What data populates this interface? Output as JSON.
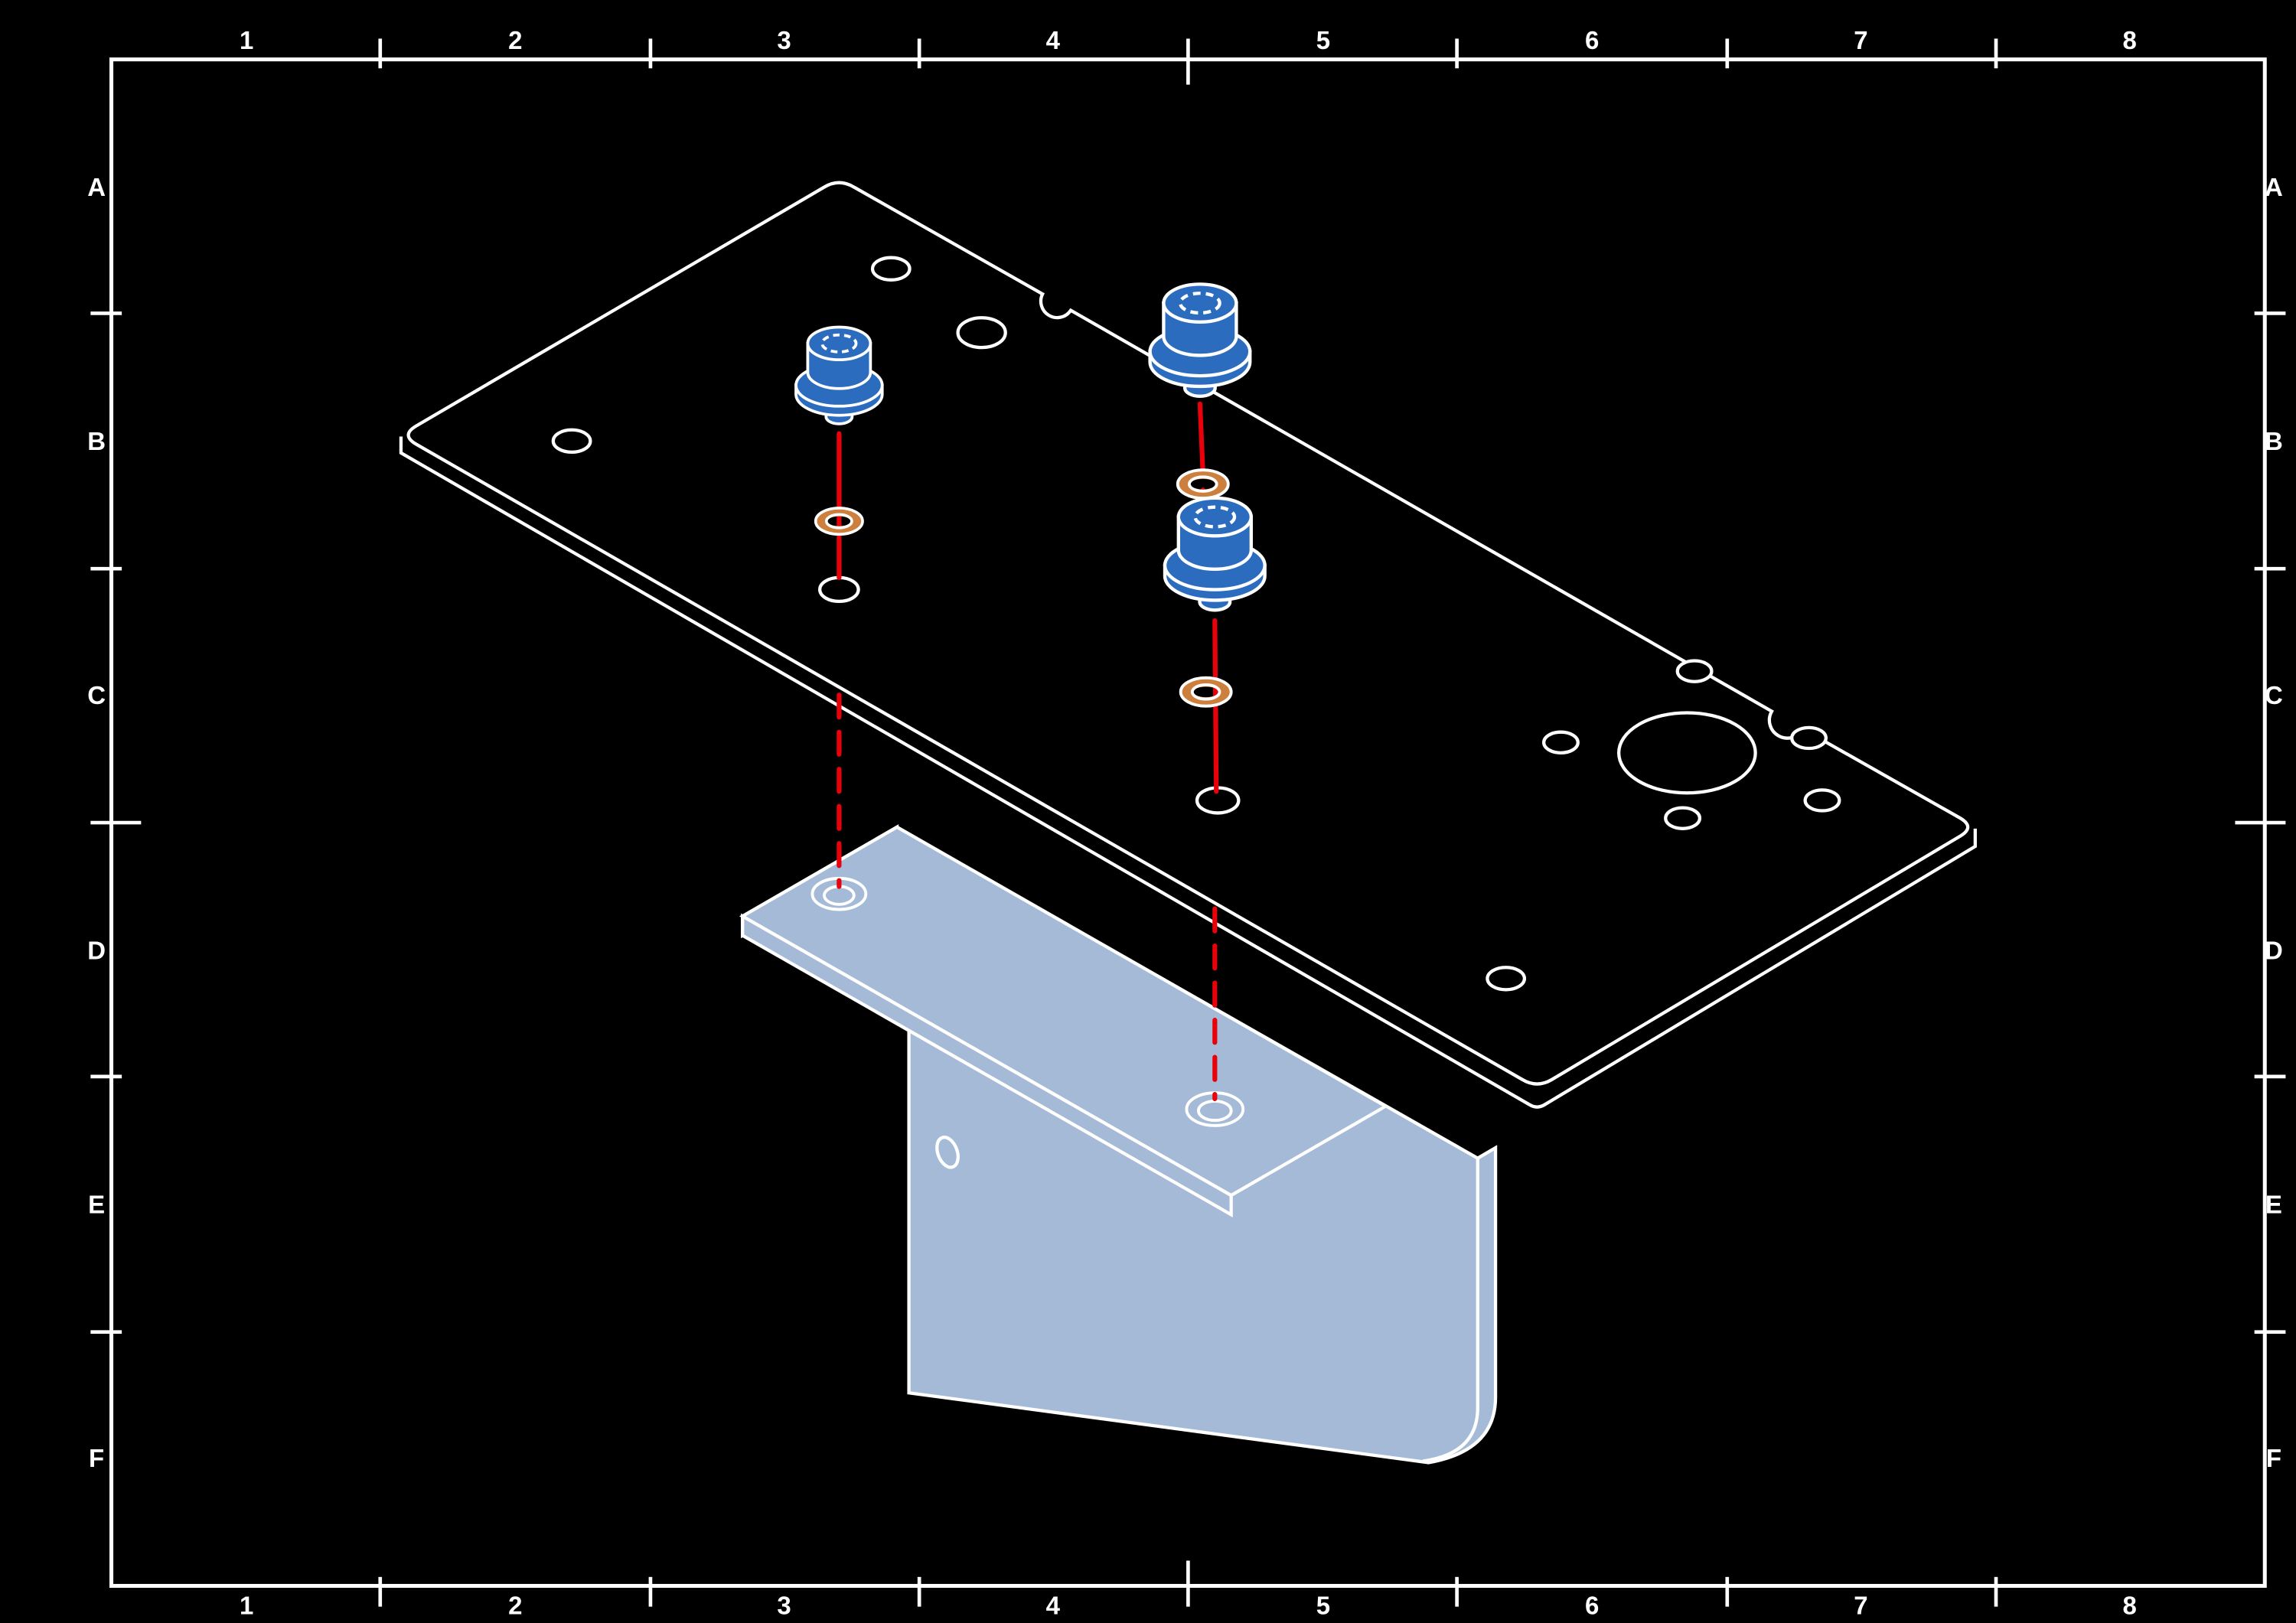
{
  "frame": {
    "columns": [
      "1",
      "2",
      "3",
      "4",
      "5",
      "6",
      "7",
      "8"
    ],
    "rows": [
      "A",
      "B",
      "C",
      "D",
      "E",
      "F"
    ]
  },
  "palette": {
    "background": "#000000",
    "line": "#ffffff",
    "plate_fill": "#000000",
    "bracket_fill": "#a4bad7",
    "screw_fill": "#2b6cbf",
    "washer_ring": "#cd7f3d",
    "guide_line": "#e8000a"
  },
  "assembly": {
    "parts": [
      {
        "id": "mounting-plate",
        "description": "flat mounting plate with drilled holes"
      },
      {
        "id": "angle-bracket",
        "description": "L-shaped support bracket with two fastener holes"
      },
      {
        "id": "flanged-screw",
        "count": 3
      },
      {
        "id": "washer",
        "count": 3
      }
    ]
  }
}
